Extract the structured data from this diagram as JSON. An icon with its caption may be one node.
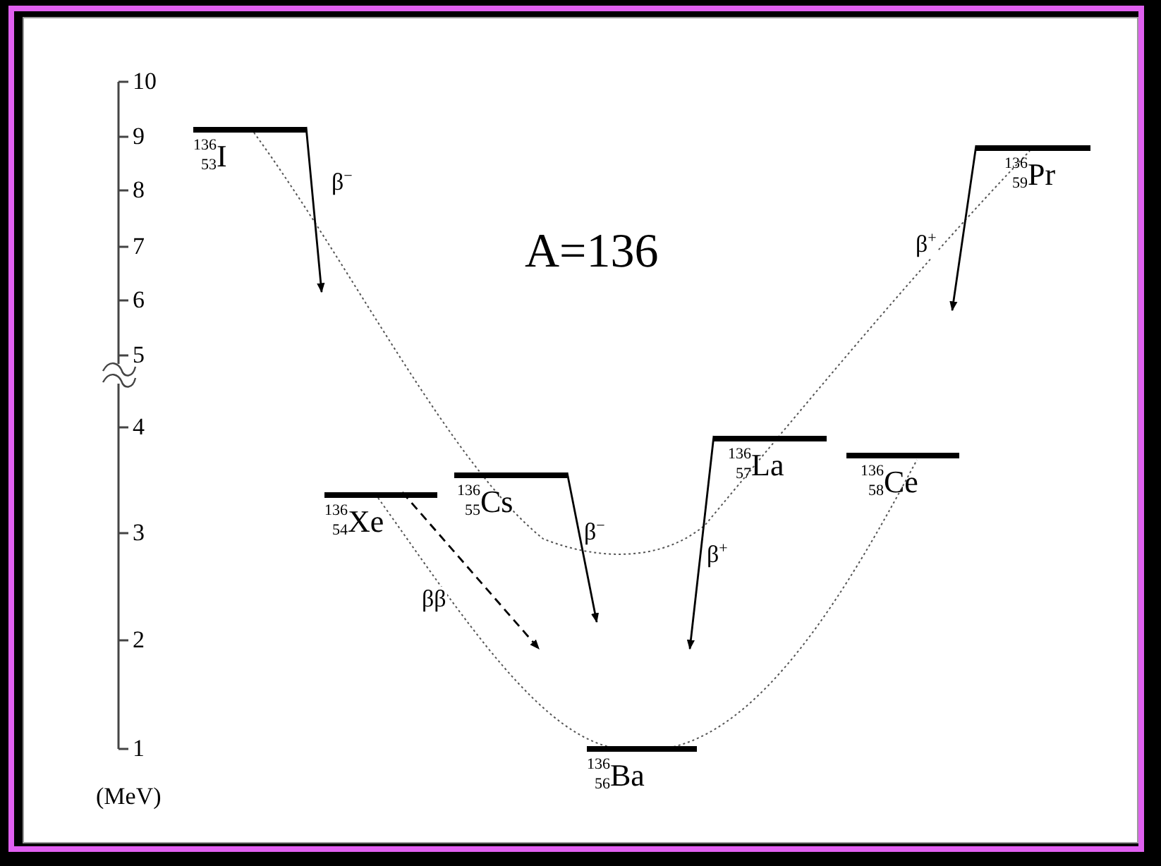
{
  "diagram": {
    "title": "A=136",
    "nodes": [
      {
        "text": [
          "$^{136}$$_{53}$I"
        ]
      },
      {
        "text": [
          "$^{136}$$_{54}$Xe"
        ]
      },
      {
        "text": [
          "$^{136}$$_{55}$Cs"
        ]
      },
      {
        "text": [
          "$^{136}$$_{56}$Ba"
        ]
      },
      {
        "text": [
          "$^{136}$$_{57}$La"
        ]
      },
      {
        "text": [
          "$^{136}$$_{58}$Ce"
        ]
      },
      {
        "text": [
          "$^{136}$$_{59}$Pr"
        ]
      }
    ],
    "edges": [
      {
        "from": 0,
        "to": null,
        "arrow": "to",
        "label": "β$^{−}$"
      },
      {
        "from": 1,
        "to": null,
        "arrow": "to",
        "label": "ββ",
        "style": "dashed"
      },
      {
        "from": 2,
        "to": null,
        "arrow": "to",
        "label": "β$^{−}$"
      },
      {
        "from": 4,
        "to": null,
        "arrow": "to",
        "label": "β$^{+}$"
      },
      {
        "from": 6,
        "to": null,
        "arrow": "to",
        "label": "β$^{+}$"
      }
    ],
    "labels": [
      "10",
      "9",
      "8",
      "7",
      "6",
      "5",
      "4",
      "3",
      "2",
      "1",
      "(MeV)"
    ]
  }
}
